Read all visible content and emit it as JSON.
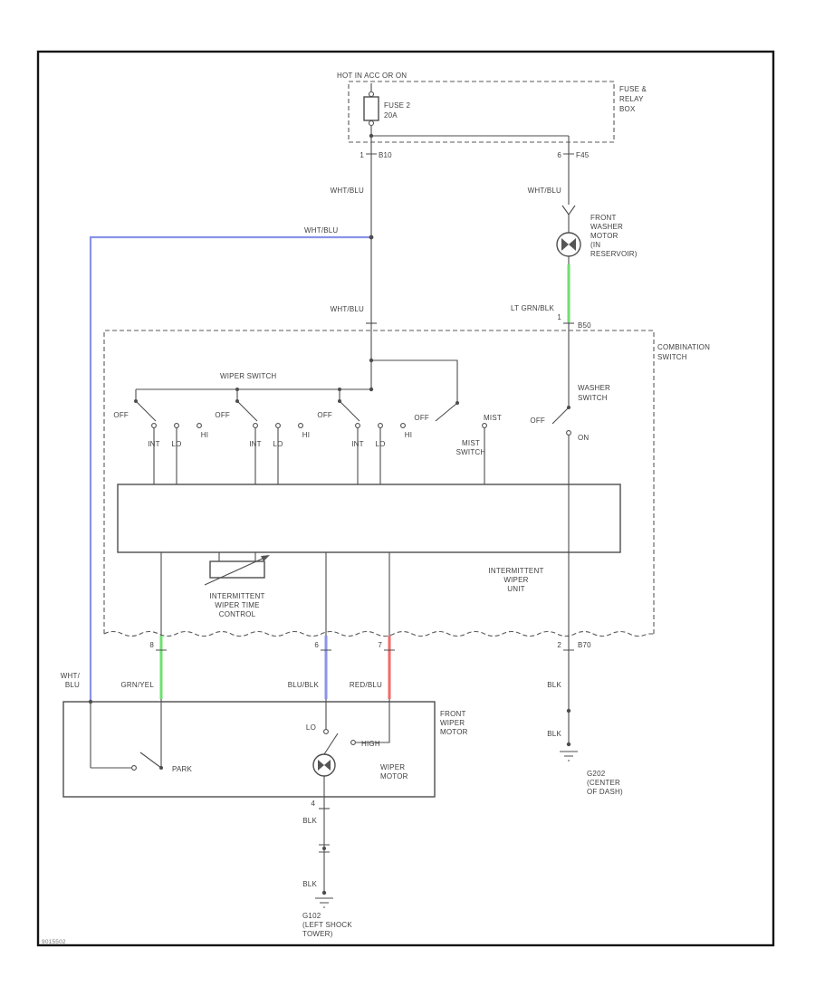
{
  "colors": {
    "blue": "#8a93e8",
    "green": "#6fdf6f",
    "red": "#f06a6a"
  },
  "frame": {
    "code": "9015502"
  },
  "power": {
    "hot_label": "HOT IN ACC OR ON",
    "fuse_label": "FUSE 2",
    "fuse_rating": "20A",
    "box_name": [
      "FUSE &",
      "RELAY",
      "BOX"
    ],
    "left_pin": "1",
    "left_conn": "B10",
    "right_pin": "6",
    "right_conn": "F45",
    "left_wire": "WHT/BLU",
    "right_wire": "WHT/BLU",
    "branch_wire": "WHT/BLU",
    "left_wire_lower": "WHT/BLU"
  },
  "washer": {
    "name": [
      "FRONT",
      "WASHER",
      "MOTOR",
      "(IN",
      "RESERVOIR)"
    ],
    "wire": "LT GRN/BLK",
    "pin": "1",
    "conn": "B50"
  },
  "comb": {
    "name": [
      "COMBINATION",
      "SWITCH"
    ],
    "wiper_switch": "WIPER SWITCH",
    "gangs": [
      {
        "off": "OFF",
        "int": "INT",
        "lo": "LO",
        "hi": "HI"
      },
      {
        "off": "OFF",
        "int": "INT",
        "lo": "LO",
        "hi": "HI"
      },
      {
        "off": "OFF",
        "int": "INT",
        "lo": "LO",
        "hi": "HI"
      }
    ],
    "mist": {
      "off": "OFF",
      "pos": "MIST",
      "name": [
        "MIST",
        "SWITCH"
      ]
    },
    "washer_switch": {
      "name": [
        "WASHER",
        "SWITCH"
      ],
      "off": "OFF",
      "on": "ON"
    },
    "unit_name": [
      "INTERMITTENT",
      "WIPER",
      "UNIT"
    ],
    "time_control": [
      "INTERMITTENT",
      "WIPER TIME",
      "CONTROL"
    ]
  },
  "outputs": {
    "pins": [
      "8",
      "6",
      "7",
      "2"
    ],
    "conn": "B70",
    "wires": [
      "GRN/YEL",
      "BLU/BLK",
      "RED/BLU",
      "BLK"
    ],
    "long_wire": [
      "WHT/",
      "BLU"
    ]
  },
  "motor": {
    "name": [
      "FRONT",
      "WIPER",
      "MOTOR"
    ],
    "label": [
      "WIPER",
      "MOTOR"
    ],
    "park": "PARK",
    "lo": "LO",
    "high": "HIGH",
    "pin": "4",
    "wire": "BLK",
    "wire2": "BLK"
  },
  "grounds": {
    "g202_wire": "BLK",
    "g202": [
      "G202",
      "(CENTER",
      "OF DASH)"
    ],
    "g102": [
      "G102",
      "(LEFT SHOCK",
      "TOWER)"
    ]
  }
}
